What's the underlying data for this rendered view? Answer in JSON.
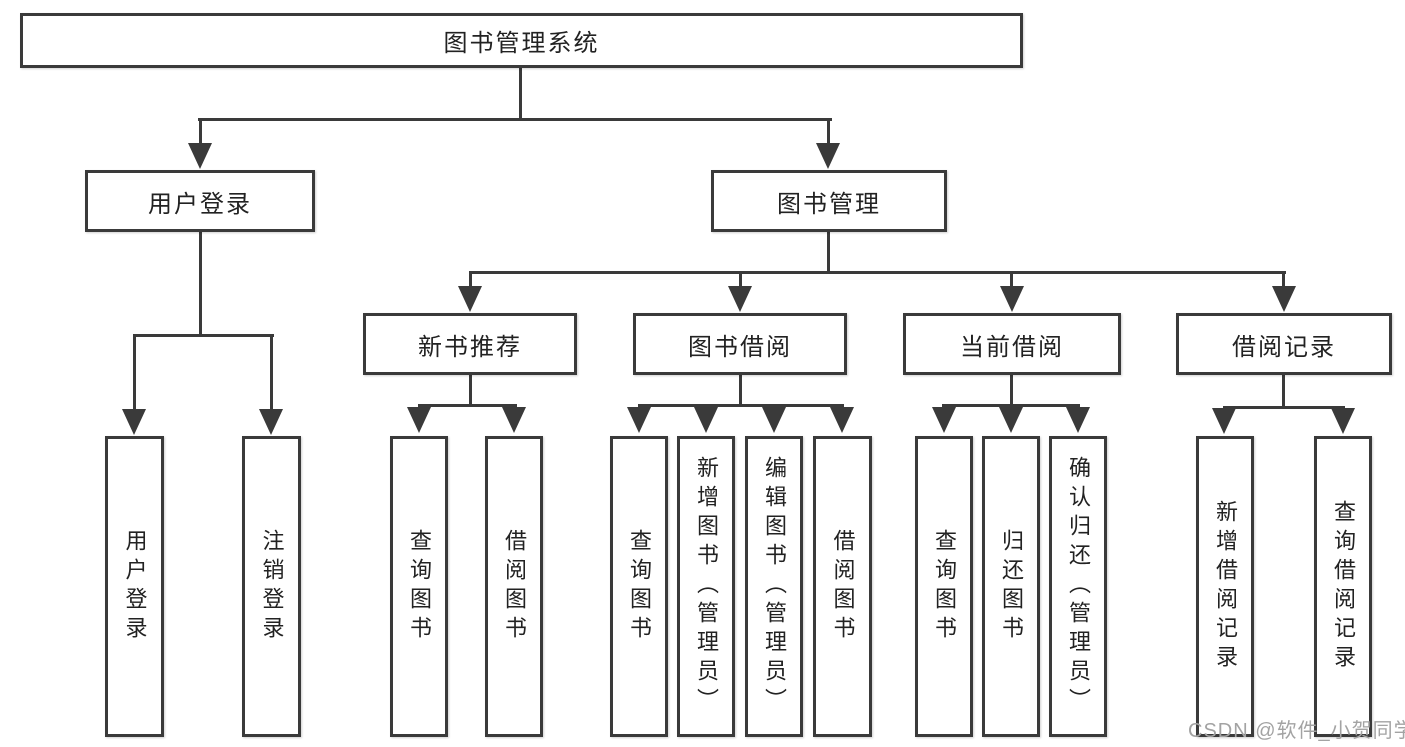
{
  "tree": {
    "label": "图书管理系统",
    "children": [
      {
        "label": "用户登录",
        "children": [
          {
            "label": "用户登录"
          },
          {
            "label": "注销登录"
          }
        ]
      },
      {
        "label": "图书管理",
        "children": [
          {
            "label": "新书推荐",
            "children": [
              {
                "label": "查询图书"
              },
              {
                "label": "借阅图书"
              }
            ]
          },
          {
            "label": "图书借阅",
            "children": [
              {
                "label": "查询图书"
              },
              {
                "label": "新增图书（管理员）"
              },
              {
                "label": "编辑图书（管理员）"
              },
              {
                "label": "借阅图书"
              }
            ]
          },
          {
            "label": "当前借阅",
            "children": [
              {
                "label": "查询图书"
              },
              {
                "label": "归还图书"
              },
              {
                "label": "确认归还（管理员）"
              }
            ]
          },
          {
            "label": "借阅记录",
            "children": [
              {
                "label": "新增借阅记录"
              },
              {
                "label": "查询借阅记录"
              }
            ]
          }
        ]
      }
    ]
  },
  "watermark": {
    "text": "CSDN @软件_小贺同学"
  },
  "colors": {
    "line": "#3a3a3a",
    "text": "#222222",
    "watermark": "#a3a3a3",
    "page_bg": "#ffffff",
    "box_bg": "#ffffff"
  }
}
